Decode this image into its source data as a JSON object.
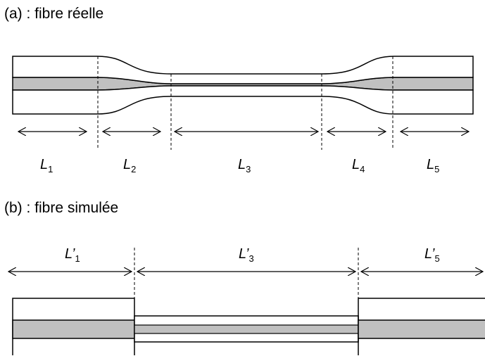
{
  "fig_a": {
    "title": "(a) : fibre réelle",
    "segments": [
      {
        "letter": "L",
        "prime": "",
        "sub": "1"
      },
      {
        "letter": "L",
        "prime": "",
        "sub": "2"
      },
      {
        "letter": "L",
        "prime": "",
        "sub": "3"
      },
      {
        "letter": "L",
        "prime": "",
        "sub": "4"
      },
      {
        "letter": "L",
        "prime": "",
        "sub": "5"
      }
    ]
  },
  "fig_b": {
    "title": "(b) : fibre simulée",
    "segments": [
      {
        "letter": "L",
        "prime": "’",
        "sub": "1"
      },
      {
        "letter": "L",
        "prime": "’",
        "sub": "3"
      },
      {
        "letter": "L",
        "prime": "’",
        "sub": "5"
      }
    ]
  },
  "colors": {
    "core_fill": "#c0c0c0",
    "line": "#000000"
  }
}
